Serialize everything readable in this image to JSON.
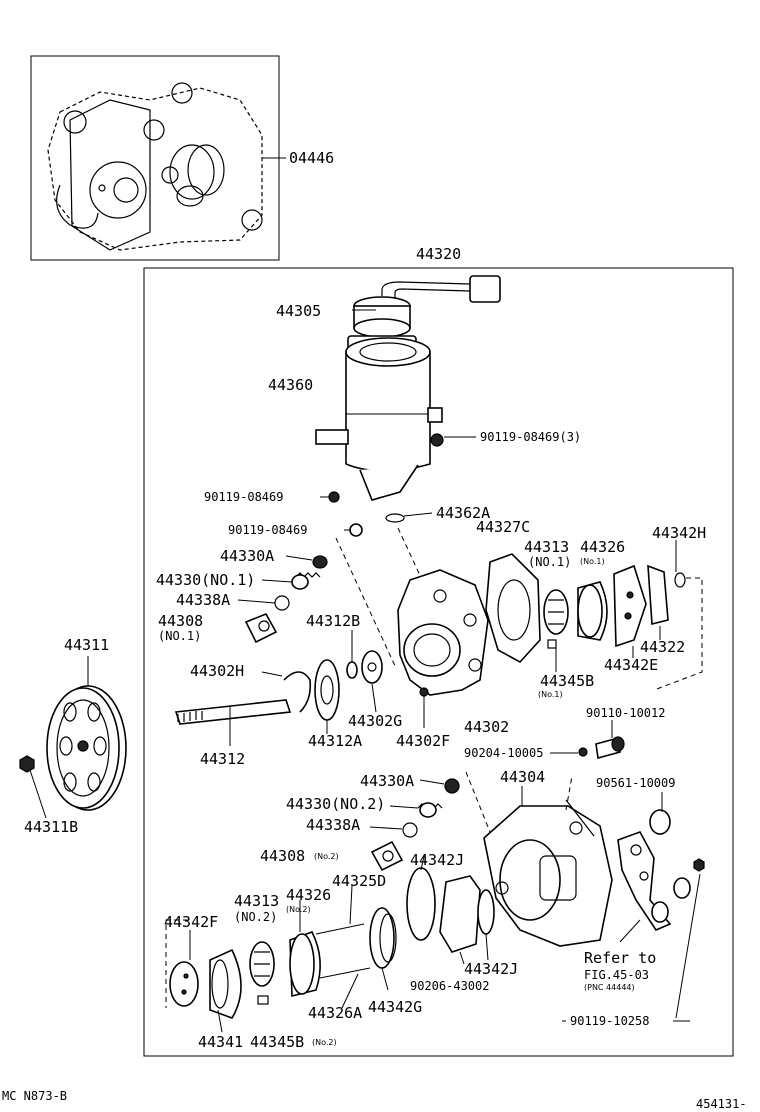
{
  "diagram": {
    "labels": {
      "p04446": "04446",
      "p44320": "44320",
      "p44305": "44305",
      "p44360": "44360",
      "p90119a": "90119-08469(3)",
      "p90119b": "90119-08469",
      "p90119c": "90119-08469",
      "p44362A": "44362A",
      "p44327C": "44327C",
      "p44313a": "44313",
      "p44313a_sub": "(NO.1)",
      "p44326a": "44326",
      "p44326a_sub": "(No.1)",
      "p44342H": "44342H",
      "p44330A_1": "44330A",
      "p44330_1": "44330(NO.1)",
      "p44338A_1": "44338A",
      "p44308_1": "44308",
      "p44308_1_sub": "(NO.1)",
      "p44312B": "44312B",
      "p44311": "44311",
      "p44302H": "44302H",
      "p44345B_1": "44345B",
      "p44345B_1_sub": "(No.1)",
      "p44322": "44322",
      "p44342E": "44342E",
      "p44302G": "44302G",
      "p44302": "44302",
      "p44312A": "44312A",
      "p44302F": "44302F",
      "p90110": "90110-10012",
      "p44312": "44312",
      "p90204": "90204-10005",
      "p44311B": "44311B",
      "p44330A_2": "44330A",
      "p44304": "44304",
      "p90561": "90561-10009",
      "p44330_2": "44330(NO.2)",
      "p44338A_2": "44338A",
      "p44308_2": "44308",
      "p44308_2_sub": "(No.2)",
      "p44342J_1": "44342J",
      "p44325D": "44325D",
      "p44313b": "44313",
      "p44313b_sub": "(NO.2)",
      "p44326b": "44326",
      "p44326b_sub": "(No.2)",
      "p44342F": "44342F",
      "p44342J_2": "44342J",
      "p90206": "90206-43002",
      "p_refer": "Refer to",
      "p_fig": "FIG.45-03",
      "p_pnc": "(PNC 44444)",
      "p44326A": "44326A",
      "p44342G": "44342G",
      "p44341": "44341",
      "p44345B_2": "44345B",
      "p44345B_2_sub": "(No.2)",
      "p90119d": "90119-10258",
      "p_code_left": "MC N873-B",
      "p_code_right": "454131-"
    }
  }
}
